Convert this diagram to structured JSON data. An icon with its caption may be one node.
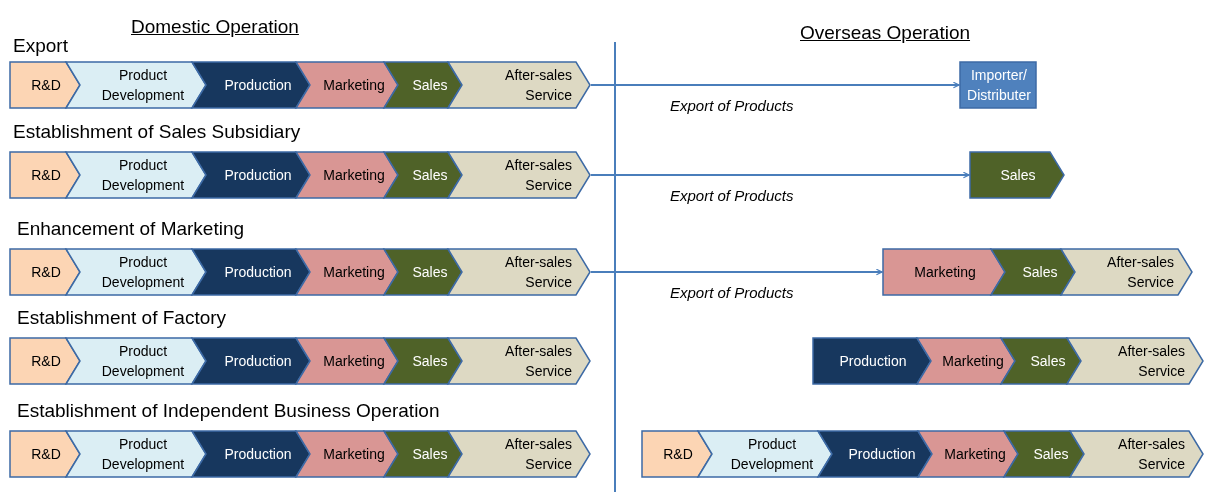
{
  "diagram": {
    "nodes": [
      {
        "text": [
          "R&D"
        ]
      },
      {
        "text": [
          "Product Development"
        ]
      },
      {
        "text": [
          "Production"
        ]
      },
      {
        "text": [
          "Marketing"
        ]
      },
      {
        "text": [
          "Sales"
        ]
      },
      {
        "text": [
          "After-sales Service"
        ]
      },
      {
        "text": [
          "Importer/ Distributer"
        ]
      },
      {
        "text": [
          "R&D"
        ]
      },
      {
        "text": [
          "Product Development"
        ]
      },
      {
        "text": [
          "Production"
        ]
      },
      {
        "text": [
          "Marketing"
        ]
      },
      {
        "text": [
          "Sales"
        ]
      },
      {
        "text": [
          "After-sales Service"
        ]
      },
      {
        "text": [
          "Sales"
        ]
      },
      {
        "text": [
          "R&D"
        ]
      },
      {
        "text": [
          "Product Development"
        ]
      },
      {
        "text": [
          "Production"
        ]
      },
      {
        "text": [
          "Marketing"
        ]
      },
      {
        "text": [
          "Sales"
        ]
      },
      {
        "text": [
          "After-sales Service"
        ]
      },
      {
        "text": [
          "Marketing"
        ]
      },
      {
        "text": [
          "Sales"
        ]
      },
      {
        "text": [
          "After-sales Service"
        ]
      },
      {
        "text": [
          "R&D"
        ]
      },
      {
        "text": [
          "Product Development"
        ]
      },
      {
        "text": [
          "Production"
        ]
      },
      {
        "text": [
          "Marketing"
        ]
      },
      {
        "text": [
          "Sales"
        ]
      },
      {
        "text": [
          "After-sales Service"
        ]
      },
      {
        "text": [
          "Production"
        ]
      },
      {
        "text": [
          "Marketing"
        ]
      },
      {
        "text": [
          "Sales"
        ]
      },
      {
        "text": [
          "After-sales Service"
        ]
      },
      {
        "text": [
          "R&D"
        ]
      },
      {
        "text": [
          "Product Development"
        ]
      },
      {
        "text": [
          "Production"
        ]
      },
      {
        "text": [
          "Marketing"
        ]
      },
      {
        "text": [
          "Sales"
        ]
      },
      {
        "text": [
          "After-sales Service"
        ]
      },
      {
        "text": [
          "R&D"
        ]
      },
      {
        "text": [
          "Product Development"
        ]
      },
      {
        "text": [
          "Production"
        ]
      },
      {
        "text": [
          "Marketing"
        ]
      },
      {
        "text": [
          "Sales"
        ]
      },
      {
        "text": [
          "After-sales Service"
        ]
      }
    ],
    "edges": [
      {
        "from": 5,
        "to": 6,
        "arrow": "to",
        "label": "Export of Products"
      },
      {
        "from": 12,
        "to": 13,
        "arrow": "to",
        "label": "Export of Products"
      },
      {
        "from": 19,
        "to": 20,
        "arrow": "to",
        "label": "Export of Products"
      }
    ],
    "labels": [
      "Domestic Operation",
      "Overseas Operation",
      "Export",
      "Establishment of Sales Subsidiary",
      "Enhancement of Marketing",
      "Establishment of Factory",
      "Establishment of Independent Business Operation"
    ]
  }
}
